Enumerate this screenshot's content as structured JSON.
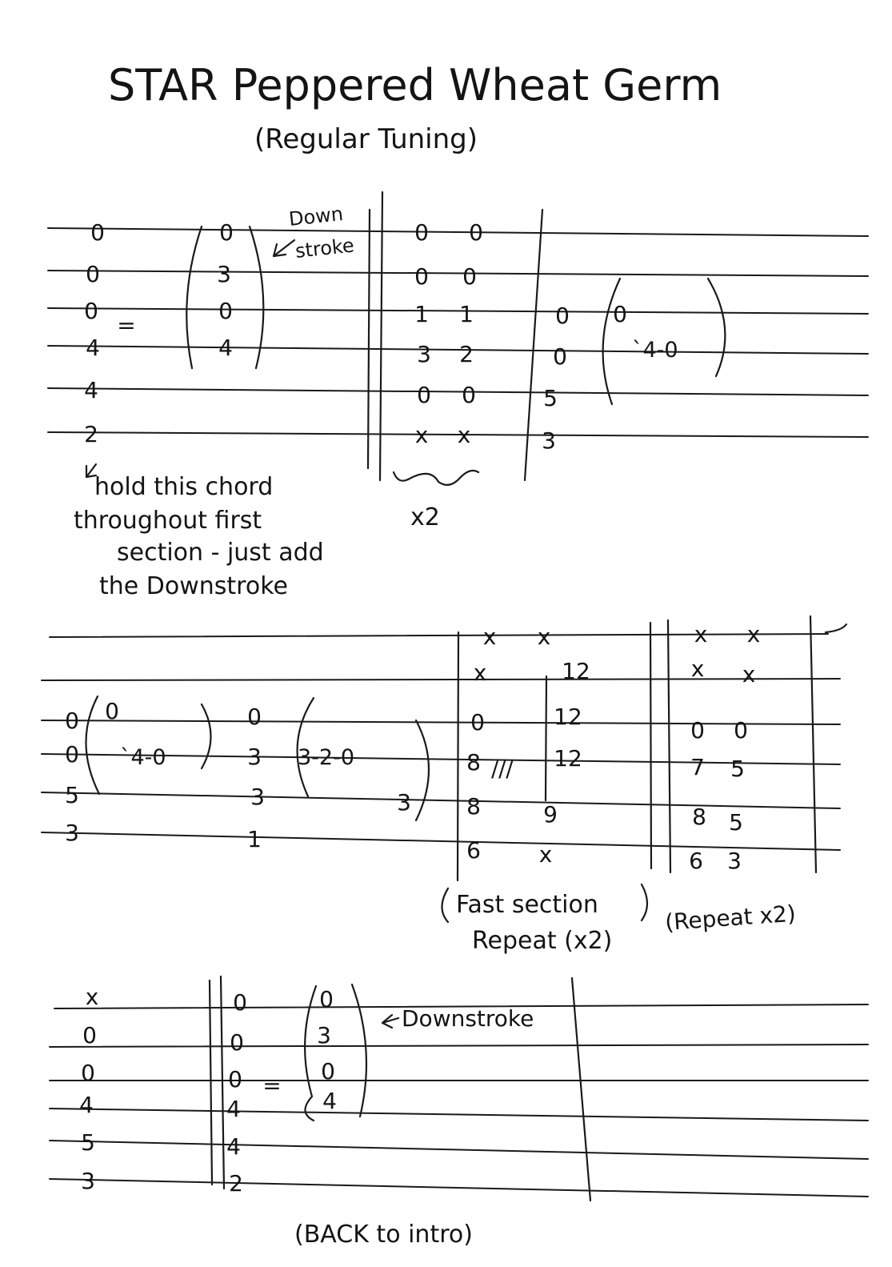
{
  "header": {
    "title": "STAR Peppered Wheat Germ",
    "subtitle": "(Regular Tuning)"
  },
  "section1": {
    "chord": [
      "0",
      "0",
      "0",
      "4",
      "4",
      "2"
    ],
    "repeat_mark": "=",
    "bracket_chord": [
      "0",
      "3",
      "0",
      "4"
    ],
    "downstroke_top": "Down",
    "downstroke_bottom": "stroke",
    "col1": [
      "0",
      "0",
      "1",
      "3",
      "0",
      "x"
    ],
    "col2": [
      "0",
      "0",
      "1",
      "2",
      "0",
      "x"
    ],
    "repeat_count": "x2",
    "col3": [
      "0",
      "0",
      "5",
      "3"
    ],
    "bracket_start": "0",
    "bracket_run": "`4-0",
    "hold_note": [
      "hold this chord",
      "throughout first",
      "section - just add",
      "the Downstroke"
    ]
  },
  "section2": {
    "chord": [
      "0",
      "0",
      "5",
      "3"
    ],
    "bracket_top": "0",
    "bracket_run": "`4-0",
    "col_b": [
      "0",
      "3",
      "3",
      "1"
    ],
    "bracket2_run": "3-2-0",
    "bracket2_end": "3",
    "fast_col1": [
      "x",
      "x",
      "0",
      "8",
      "8",
      "6"
    ],
    "fast_col2": [
      "x",
      "12",
      "12",
      "12",
      "9",
      "x"
    ],
    "fast_mark": "///",
    "fast_note_1": "Fast section",
    "fast_note_2": "Repeat (x2)",
    "rep_col1": [
      "x",
      "x",
      "0",
      "7",
      "8",
      "6"
    ],
    "rep_col2": [
      "x",
      "x",
      "0",
      "5",
      "5",
      "3"
    ],
    "rep_note": "(Repeat x2)"
  },
  "section3": {
    "chord": [
      "x",
      "0",
      "0",
      "4",
      "5",
      "3"
    ],
    "col1": [
      "0",
      "0",
      "0",
      "4",
      "4",
      "2"
    ],
    "repeat_mark": "=",
    "bracket_chord": [
      "0",
      "3",
      "0",
      "4"
    ],
    "downstroke": "Downstroke",
    "back_note": "(BACK to intro)"
  }
}
